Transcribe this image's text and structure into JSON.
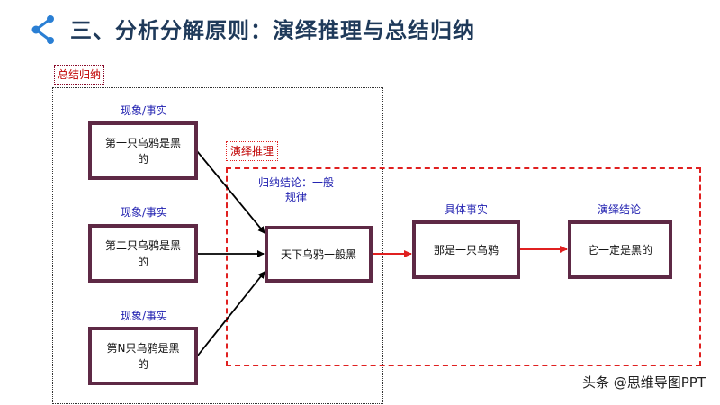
{
  "header": {
    "title": "三、分析分解原则：演绎推理与总结归纳"
  },
  "regions": {
    "induction_tag": "总结归纳",
    "deduction_tag": "演绎推理"
  },
  "facts": [
    {
      "label": "现象/事实",
      "box": "第一只乌鸦是黑的"
    },
    {
      "label": "现象/事实",
      "box": "第二只乌鸦是黑的"
    },
    {
      "label": "现象/事实",
      "box": "第N只乌鸦是黑的"
    }
  ],
  "general": {
    "label": "归纳结论：一般规律",
    "box": "天下乌鸦一般黑"
  },
  "specific": {
    "label": "具体事实",
    "box": "那是一只乌鸦"
  },
  "conclusion": {
    "label": "演绎结论",
    "box": "它一定是黑的"
  },
  "watermark": "头条 @思维导图PPT",
  "colors": {
    "title": "#1f3a5a",
    "box_border": "#5e2945",
    "label_blue": "#1f1fb0",
    "red": "#e02020"
  }
}
